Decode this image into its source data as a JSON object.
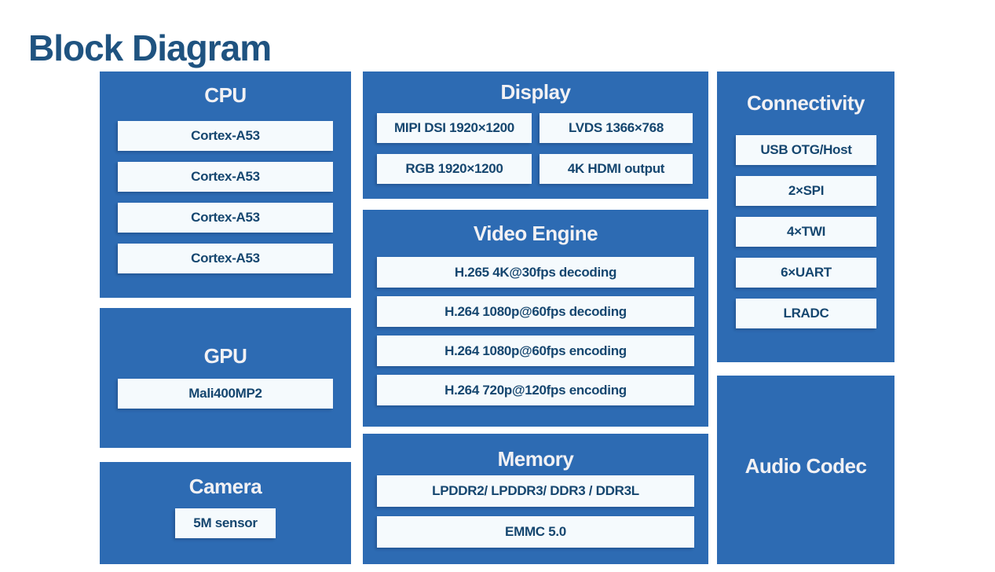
{
  "page_title": "Block Diagram",
  "colors": {
    "page_bg": "#ffffff",
    "page_title_text": "#1f5380",
    "block_bg": "#2d6bb3",
    "block_title_text": "#f2f1f4",
    "item_bg": "#f5fafd",
    "item_text": "#15466f"
  },
  "blocks": {
    "cpu": {
      "title": "CPU",
      "items": [
        "Cortex-A53",
        "Cortex-A53",
        "Cortex-A53",
        "Cortex-A53"
      ]
    },
    "gpu": {
      "title": "GPU",
      "items": [
        "Mali400MP2"
      ]
    },
    "camera": {
      "title": "Camera",
      "items": [
        "5M sensor"
      ]
    },
    "display": {
      "title": "Display",
      "items": [
        "MIPI DSI 1920×1200",
        "LVDS 1366×768",
        "RGB 1920×1200",
        "4K HDMI output"
      ]
    },
    "video_engine": {
      "title": "Video Engine",
      "items": [
        "H.265 4K@30fps decoding",
        "H.264 1080p@60fps decoding",
        "H.264 1080p@60fps encoding",
        "H.264 720p@120fps encoding"
      ]
    },
    "memory": {
      "title": "Memory",
      "items": [
        "LPDDR2/ LPDDR3/ DDR3 / DDR3L",
        "EMMC 5.0"
      ]
    },
    "connectivity": {
      "title": "Connectivity",
      "items": [
        "USB OTG/Host",
        "2×SPI",
        "4×TWI",
        "6×UART",
        "LRADC"
      ]
    },
    "audio_codec": {
      "title": "Audio Codec",
      "items": []
    }
  }
}
